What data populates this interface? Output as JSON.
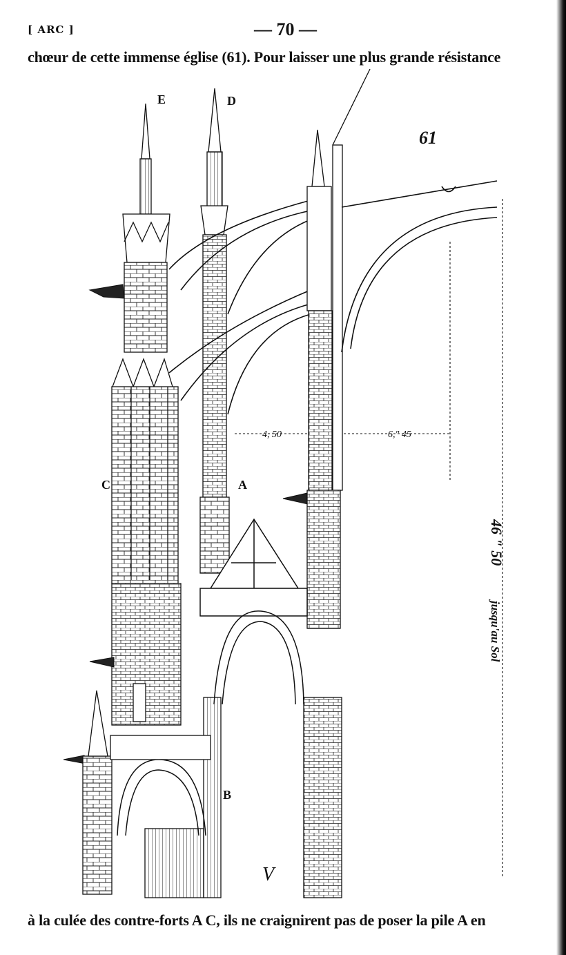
{
  "header": {
    "tag": "[ ARC ]",
    "page_number": "— 70 —"
  },
  "text": {
    "top_line": "chœur de cette immense église (61). Pour laisser une plus grande résistance",
    "bottom_line": "à la culée des contre-forts A C, ils ne craignirent pas de poser la pile A en"
  },
  "figure": {
    "number": "61",
    "labels": {
      "E": "E",
      "D": "D",
      "C": "C",
      "A": "A",
      "B": "B"
    },
    "dimensions": {
      "span_left": "4, 50",
      "span_right": "6,\" 45",
      "height_value": "46 \" 50",
      "height_note": "jusqu'au Sol"
    },
    "signature_mark": "V"
  }
}
